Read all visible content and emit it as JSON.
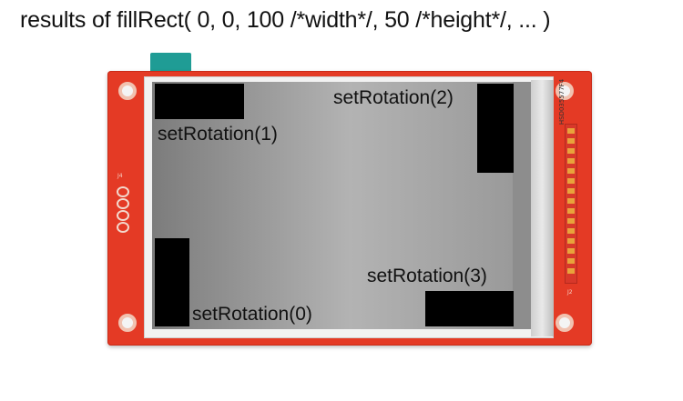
{
  "caption": "results of fillRect( 0, 0, 100 /*width*/, 50 /*height*/, ... )",
  "rotations": {
    "r0": "setRotation(0)",
    "r1": "setRotation(1)",
    "r2": "setRotation(2)",
    "r3": "setRotation(3)"
  },
  "board": {
    "part_number": "HSD035577F4",
    "connector_j2": "J2",
    "connector_j4": "J4"
  },
  "colors": {
    "pcb": "#e43a25",
    "tab": "#1f9c95",
    "rect_fill": "#000000",
    "screen": "#9e9e9e"
  }
}
